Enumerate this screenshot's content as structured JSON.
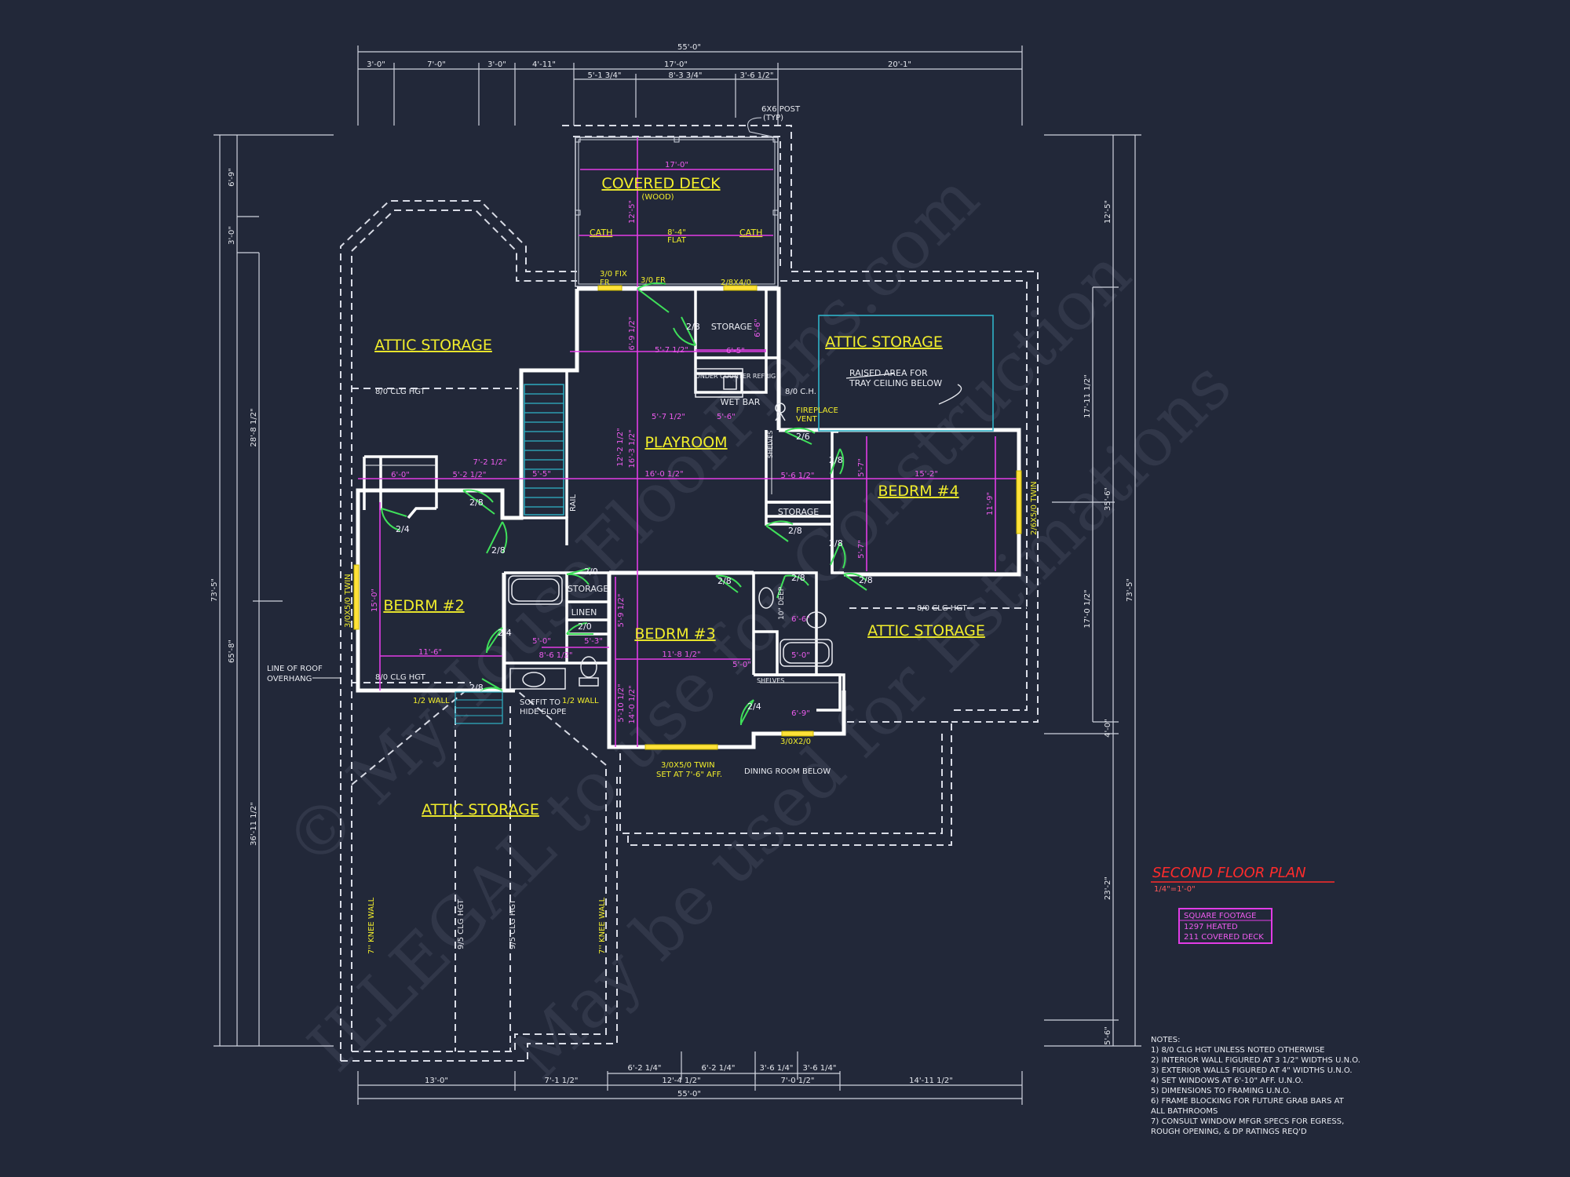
{
  "rooms": {
    "covered_deck": "COVERED DECK",
    "covered_deck_sub": "(WOOD)",
    "attic_storage_nw": "ATTIC STORAGE",
    "attic_storage_ne": "ATTIC STORAGE",
    "attic_storage_e": "ATTIC STORAGE",
    "attic_storage_s": "ATTIC STORAGE",
    "playroom": "PLAYROOM",
    "bedrm2": "BEDRM #2",
    "bedrm3": "BEDRM #3",
    "bedrm4": "BEDRM #4",
    "storage_deck": "STORAGE",
    "storage_bed4": "STORAGE",
    "storage_bath": "STORAGE",
    "linen": "LINEN",
    "wet_bar": "WET BAR",
    "under_counter": "UNDER COUNTER REFRIG",
    "shelves": "SHELVES",
    "shelves_2": "SHELVES",
    "rail": "RAIL"
  },
  "notes_in_plan": {
    "raised_area_1": "RAISED AREA FOR",
    "raised_area_2": "TRAY CEILING BELOW",
    "fireplace_vent_1": "FIREPLACE",
    "fireplace_vent_2": "VENT",
    "post_1": "6X6 POST",
    "post_2": "(TYP)",
    "cath_l": "CATH",
    "cath_r": "CATH",
    "flat_1": "8'-4\"",
    "flat_2": "FLAT",
    "fix_fr_1": "3/0 FIX",
    "fix_fr_2": "FR",
    "fr": "3/0 FR",
    "win_deck": "2/8X4/0",
    "clg_nw": "8/0 CLG HGT",
    "clg_e": "8/0 CLG HGT",
    "clg_bed2": "8/0 CLG HGT",
    "ch_ne": "8/0 C.H.",
    "roof_overhang_1": "LINE OF ROOF",
    "roof_overhang_2": "OVERHANG",
    "half_wall_l": "1/2 WALL",
    "half_wall_r": "1/2 WALL",
    "soffit_1": "SOFFIT TO",
    "soffit_2": "HIDE SLOPE",
    "twin_s_1": "3/0X5/0 TWIN",
    "twin_s_2": "SET AT 7'-6\" AFF.",
    "dining_below": "DINING ROOM BELOW",
    "twin_w": "3/0X5/0 TWIN",
    "twin_e": "2/6X5/0 TWIN",
    "win_bath": "3/0X2/0",
    "deep": "10\" DEEP",
    "knee_wall_l": "7'' KNEE WALL",
    "knee_wall_r": "7'' KNEE WALL",
    "clg_95_l": "9/5 CLG HGT",
    "clg_95_r": "9/5 CLG HGT"
  },
  "doors": [
    "2/8",
    "2/8",
    "2/4",
    "2/8",
    "2/8",
    "2/6",
    "2/8",
    "2/8",
    "2/8",
    "2/0",
    "2/4",
    "2/0",
    "2/8",
    "2/8",
    "2/8",
    "2/4"
  ],
  "dims_top": {
    "overall": "55'-0\"",
    "d1": "3'-0\"",
    "d2": "7'-0\"",
    "d3": "3'-0\"",
    "d4": "4'-11\"",
    "d5": "17'-0\"",
    "d6": "20'-1\"",
    "e1": "5'-1 3/4\"",
    "e2": "8'-3 3/4\"",
    "e3": "3'-6 1/2\""
  },
  "dims_bottom": {
    "overall": "55'-0\"",
    "d1": "13'-0\"",
    "d2": "7'-1 1/2\"",
    "d3": "12'-4 1/2\"",
    "d4": "7'-0 1/2\"",
    "d5": "14'-11 1/2\"",
    "e1": "6'-2 1/4\"",
    "e2": "6'-2 1/4\"",
    "e3": "3'-6 1/4\"",
    "e4": "3'-6 1/4\""
  },
  "dims_left": {
    "overall": "73'-5\"",
    "a1": "6'-9\"",
    "a2": "3'-0\"",
    "a3": "28'-8 1/2\"",
    "a4": "65'-8\"",
    "a5": "36'-11 1/2\""
  },
  "dims_right": {
    "overall": "73'-5\"",
    "b1": "12'-5\"",
    "b2": "17'-11 1/2\"",
    "b3": "35'-6\"",
    "b4": "17'-0 1/2\"",
    "b5": "4'-0\"",
    "b6": "23'-2\"",
    "b7": "5'-6\""
  },
  "inner_dims": {
    "deck_w": "17'-0\"",
    "deck_h": "12'-5\"",
    "play_1": "5'-7 1/2\"",
    "play_2": "5'-7 1/2\"",
    "play_3": "6'-9 1/2\"",
    "play_w": "16'-0 1/2\"",
    "play_h": "12'-2 1/2\"",
    "play_h2": "16'-3 1/2\"",
    "play_s": "5'-5\"",
    "stor_w": "6'-5\"",
    "stor_h": "6'-6\"",
    "wet": "5'-6\"",
    "bed2_w": "11'-6\"",
    "bed2_h": "15'-0\"",
    "bed2_c": "6'-0\"",
    "bed2_c2": "5'-2 1/2\"",
    "bed2_c3": "7'-2 1/2\"",
    "bed3_w": "11'-8 1/2\"",
    "bed3_h": "14'-0 1/2\"",
    "bed3_h2": "5'-9 1/2\"",
    "bed3_h3": "5'-10 1/2\"",
    "bed4_w": "15'-2\"",
    "bed4_h": "11'-9\"",
    "bed4_c": "5'-6 1/2\"",
    "bed4_c2": "5'-7\"",
    "bed4_c3": "5'-7\"",
    "bath_w": "8'-6 1/2\"",
    "bath_2": "5'-0\"",
    "bath_3": "5'-3\"",
    "bath_4": "5'-0\"",
    "bath_5": "6'-9\"",
    "bath_6": "6'-6\"",
    "bath_7": "5'-0\""
  },
  "title": {
    "name": "SECOND FLOOR PLAN",
    "scale": "1/4\"=1'-0\"",
    "sq_header": "SQUARE FOOTAGE",
    "sq_heated": "1297  HEATED",
    "sq_deck": "211  COVERED DECK"
  },
  "notes": {
    "header": "NOTES:",
    "n1": "1)  8/0 CLG HGT UNLESS NOTED OTHERWISE",
    "n2": "2)  INTERIOR WALL FIGURED AT 3 1/2\" WIDTHS U.N.O.",
    "n3": "3)  EXTERIOR WALLS FIGURED AT 4\" WIDTHS U.N.O.",
    "n4": "4)  SET WINDOWS AT 6'-10\" AFF. U.N.O.",
    "n5": "5)  DIMENSIONS TO FRAMING U.N.O.",
    "n6a": "6)  FRAME BLOCKING FOR FUTURE GRAB BARS AT",
    "n6b": "     ALL BATHROOMS",
    "n7a": "7)  CONSULT WINDOW MFGR SPECS FOR EGRESS,",
    "n7b": "     ROUGH OPENING, & DP RATINGS REQ'D"
  },
  "watermark": {
    "line1": "© MyHouseFloorPlans.com",
    "line2": "ILLEGAL to use for Construction",
    "line3": "May be used for Estimations"
  },
  "colors": {
    "background": "#222839",
    "wall": "#ffffff",
    "label": "#f2ee2b",
    "dimension_magenta": "#e23ce6",
    "door_swing": "#3fe05a",
    "title_red": "#ff2b2b",
    "stair_cyan": "#2fb3c8"
  }
}
